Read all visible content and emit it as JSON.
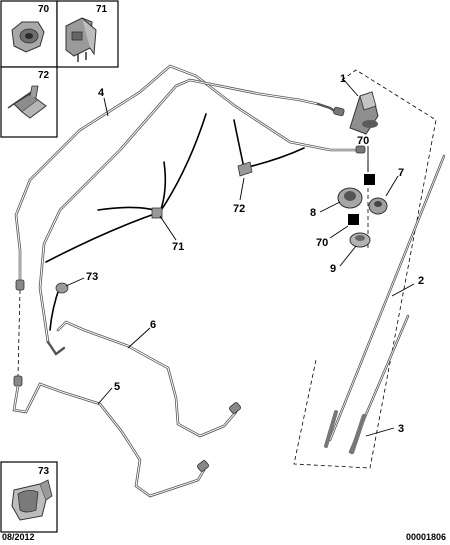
{
  "insets": {
    "nut": "70",
    "bracket": "71",
    "clip_plate": "72",
    "clip": "73"
  },
  "callouts": {
    "roof_base": "1",
    "mast": "2",
    "antenna_rod": "3",
    "main_cable": "4",
    "cable_lower": "5",
    "cable_middle": "6",
    "clip_right": "7",
    "seal": "8",
    "plug": "9",
    "washer_upper": "70",
    "washer_lower": "70",
    "bracket": "71",
    "clip_plate": "72",
    "clip": "73"
  },
  "footer": {
    "date": "08/2012",
    "reference": "00001806"
  }
}
